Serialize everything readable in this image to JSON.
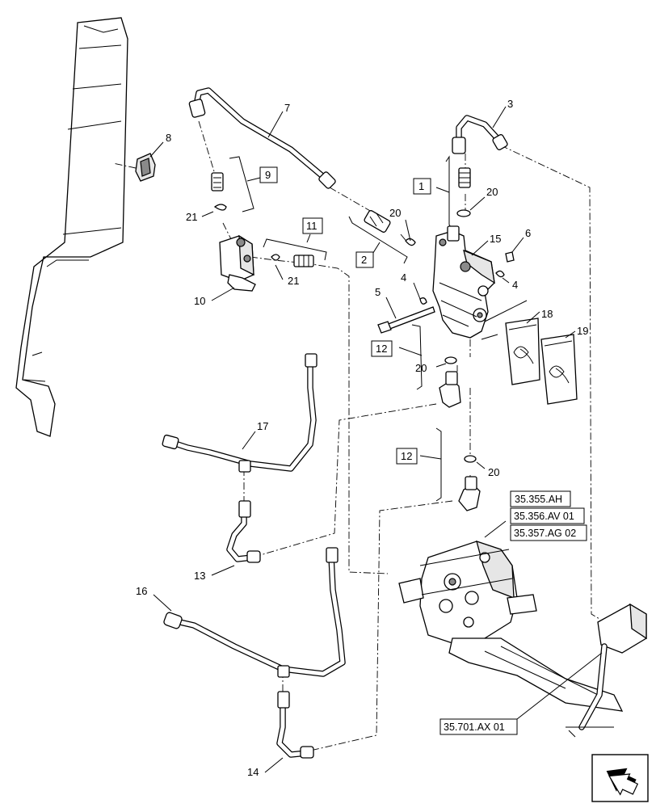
{
  "callouts": {
    "c1": "1",
    "c2": "2",
    "c3": "3",
    "c4a": "4",
    "c4b": "4",
    "c5": "5",
    "c6": "6",
    "c7": "7",
    "c8": "8",
    "c9": "9",
    "c10": "10",
    "c11": "11",
    "c12a": "12",
    "c12b": "12",
    "c13": "13",
    "c14": "14",
    "c15": "15",
    "c16": "16",
    "c17": "17",
    "c18": "18",
    "c19": "19",
    "c20a": "20",
    "c20b": "20",
    "c20c": "20",
    "c20d": "20",
    "c21a": "21",
    "c21b": "21"
  },
  "references": {
    "r1": "35.355.AH",
    "r2": "35.356.AV 01",
    "r3": "35.357.AG 02",
    "r4": "35.701.AX 01"
  },
  "icons": {
    "nav": "next-page-arrow-icon"
  }
}
